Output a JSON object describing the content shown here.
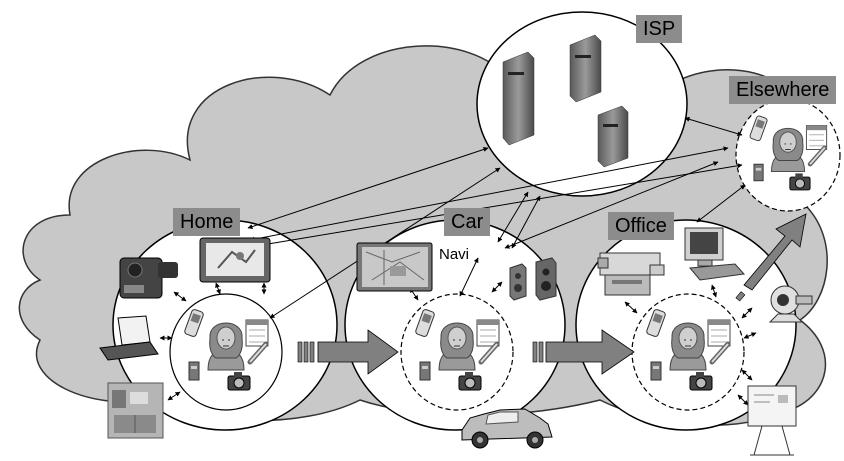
{
  "labels": {
    "isp": "ISP",
    "elsewhere": "Elsewhere",
    "home": "Home",
    "car": "Car",
    "office": "Office",
    "navi": "Navi"
  },
  "colors": {
    "cloud": "#c8c8c8",
    "cloud_stroke": "#333333",
    "label_bg": "#8c8c8c",
    "arrow_fill": "#808080",
    "circle_fill": "#ffffff"
  },
  "icons": [
    "server-icon",
    "person-icon",
    "phone-icon",
    "calendar-icon",
    "pen-icon",
    "camera-icon",
    "battery-icon",
    "camcorder-icon",
    "laptop-icon",
    "kitchen-icon",
    "tv-icon",
    "navigation-screen-icon",
    "speaker-icon",
    "car-icon",
    "copier-icon",
    "computer-icon",
    "webcam-icon",
    "whiteboard-icon"
  ]
}
